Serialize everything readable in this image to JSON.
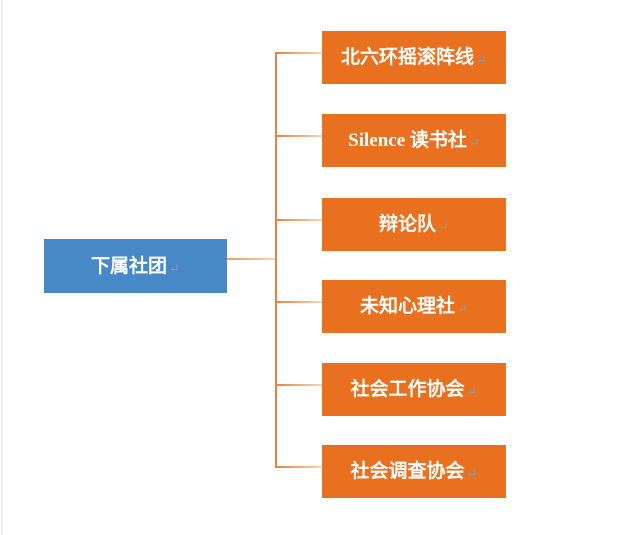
{
  "diagram": {
    "type": "hierarchy",
    "parent": {
      "label": "下属社团",
      "color": "#4788C7"
    },
    "children": [
      {
        "label": "北六环摇滚阵线"
      },
      {
        "label": "Silence 读书社"
      },
      {
        "label": "辩论队"
      },
      {
        "label": "未知心理社"
      },
      {
        "label": "社会工作协会"
      },
      {
        "label": "社会调查协会"
      }
    ],
    "child_color": "#E8701E",
    "connector_color": "#E9823C",
    "connector_fade_color": "#F8D5B8",
    "text_color": "#FFFFFF",
    "line_break_mark": "↵",
    "line_break_mark_color": "#8E99A9"
  }
}
